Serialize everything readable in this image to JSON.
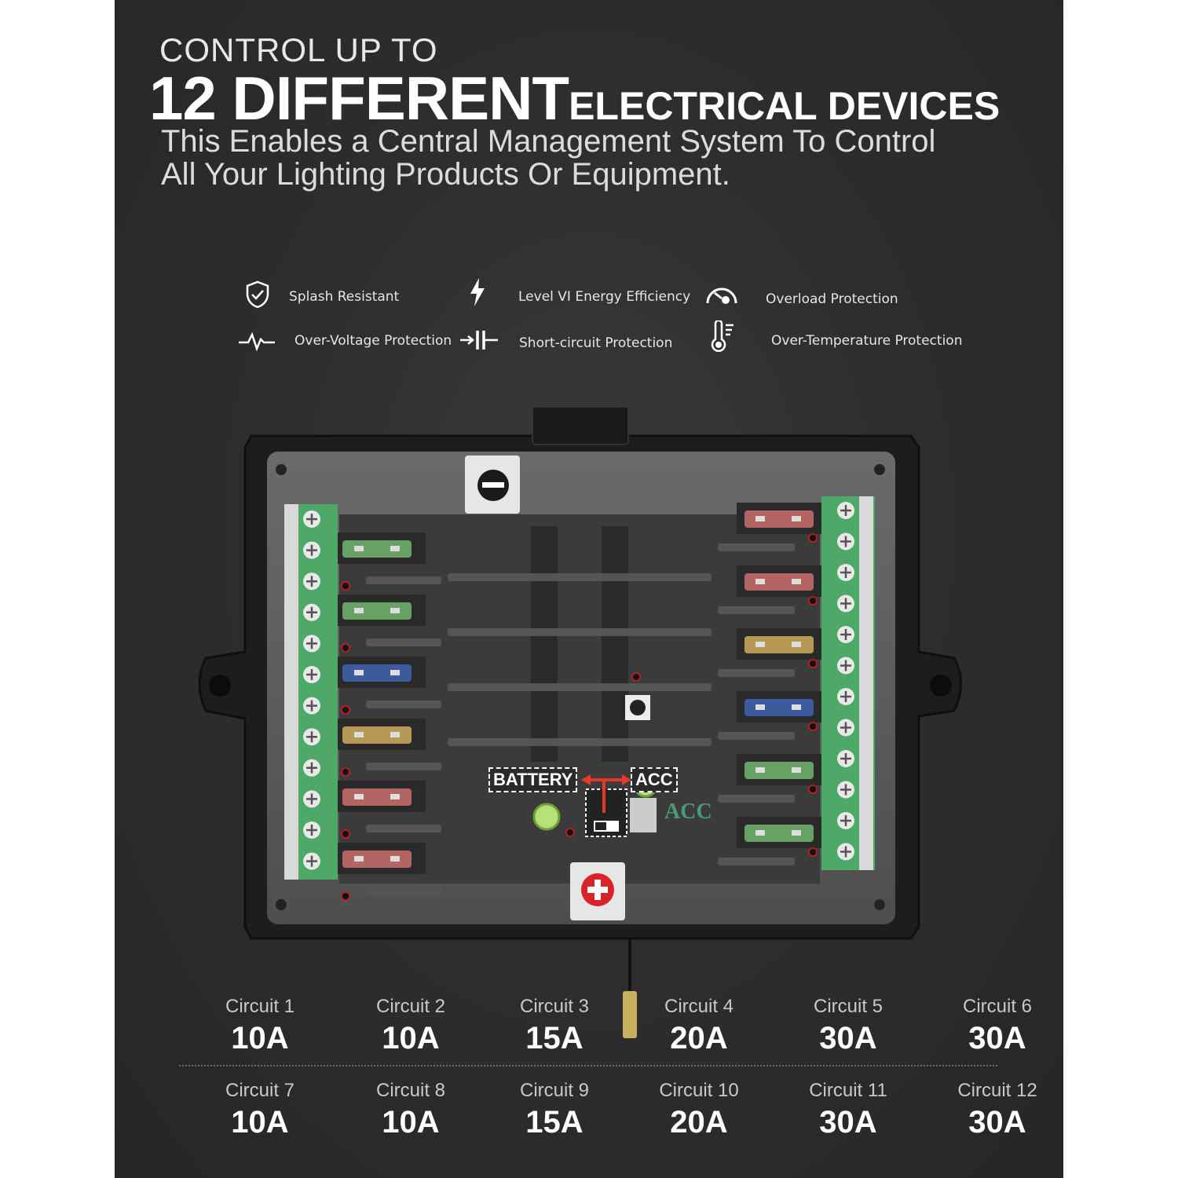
{
  "header": {
    "line1": "CONTROL UP TO",
    "line2_big": "12 DIFFERENT",
    "line2_small": "ELECTRICAL DEVICES",
    "subtitle_1": "This Enables a Central Management System To Control",
    "subtitle_2": "All Your Lighting Products Or Equipment."
  },
  "features": [
    {
      "label": "Splash Resistant",
      "icon": "shield-check-icon"
    },
    {
      "label": "Level VI Energy Efficiency",
      "icon": "lightning-icon"
    },
    {
      "label": "Overload Protection",
      "icon": "gauge-icon"
    },
    {
      "label": "Over-Voltage Protection",
      "icon": "waveform-icon"
    },
    {
      "label": "Short-circuit Protection",
      "icon": "capacitor-icon"
    },
    {
      "label": "Over-Temperature Protection",
      "icon": "thermometer-icon"
    }
  ],
  "device": {
    "battery_label": "BATTERY",
    "acc_label": "ACC",
    "acc_mark": "ACC",
    "left_ratings": [
      "10A",
      "10A",
      "15A",
      "20A",
      "30A",
      "30A"
    ],
    "right_ratings": [
      "30A",
      "30A",
      "20A",
      "15A",
      "10A",
      "10A"
    ],
    "colors": {
      "10A": "#6fae6a",
      "15A": "#3f5fa8",
      "20A": "#c8a45a",
      "30A": "#c46a6a"
    }
  },
  "circuits": [
    {
      "name": "Circuit 1",
      "amp": "10A"
    },
    {
      "name": "Circuit 2",
      "amp": "10A"
    },
    {
      "name": "Circuit 3",
      "amp": "15A"
    },
    {
      "name": "Circuit 4",
      "amp": "20A"
    },
    {
      "name": "Circuit 5",
      "amp": "30A"
    },
    {
      "name": "Circuit 6",
      "amp": "30A"
    },
    {
      "name": "Circuit 7",
      "amp": "10A"
    },
    {
      "name": "Circuit 8",
      "amp": "10A"
    },
    {
      "name": "Circuit 9",
      "amp": "15A"
    },
    {
      "name": "Circuit 10",
      "amp": "20A"
    },
    {
      "name": "Circuit 11",
      "amp": "30A"
    },
    {
      "name": "Circuit 12",
      "amp": "30A"
    }
  ]
}
